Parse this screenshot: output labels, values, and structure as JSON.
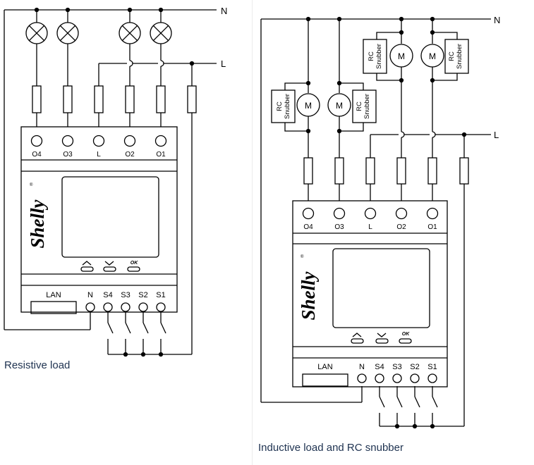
{
  "lines": {
    "neutral": "N",
    "line": "L"
  },
  "device": {
    "brand": "Shelly",
    "top_terminals": [
      "O4",
      "O3",
      "L",
      "O2",
      "O1"
    ],
    "bottom_terminals": [
      "N",
      "S4",
      "S3",
      "S2",
      "S1"
    ],
    "lan_label": "LAN",
    "button_ok_label": "OK"
  },
  "load_labels": {
    "motor": "M",
    "rc_line1": "RC",
    "rc_line2": "Snubber"
  },
  "captions": {
    "resistive": "Resistive load",
    "inductive": "Inductive load and RC snubber"
  }
}
